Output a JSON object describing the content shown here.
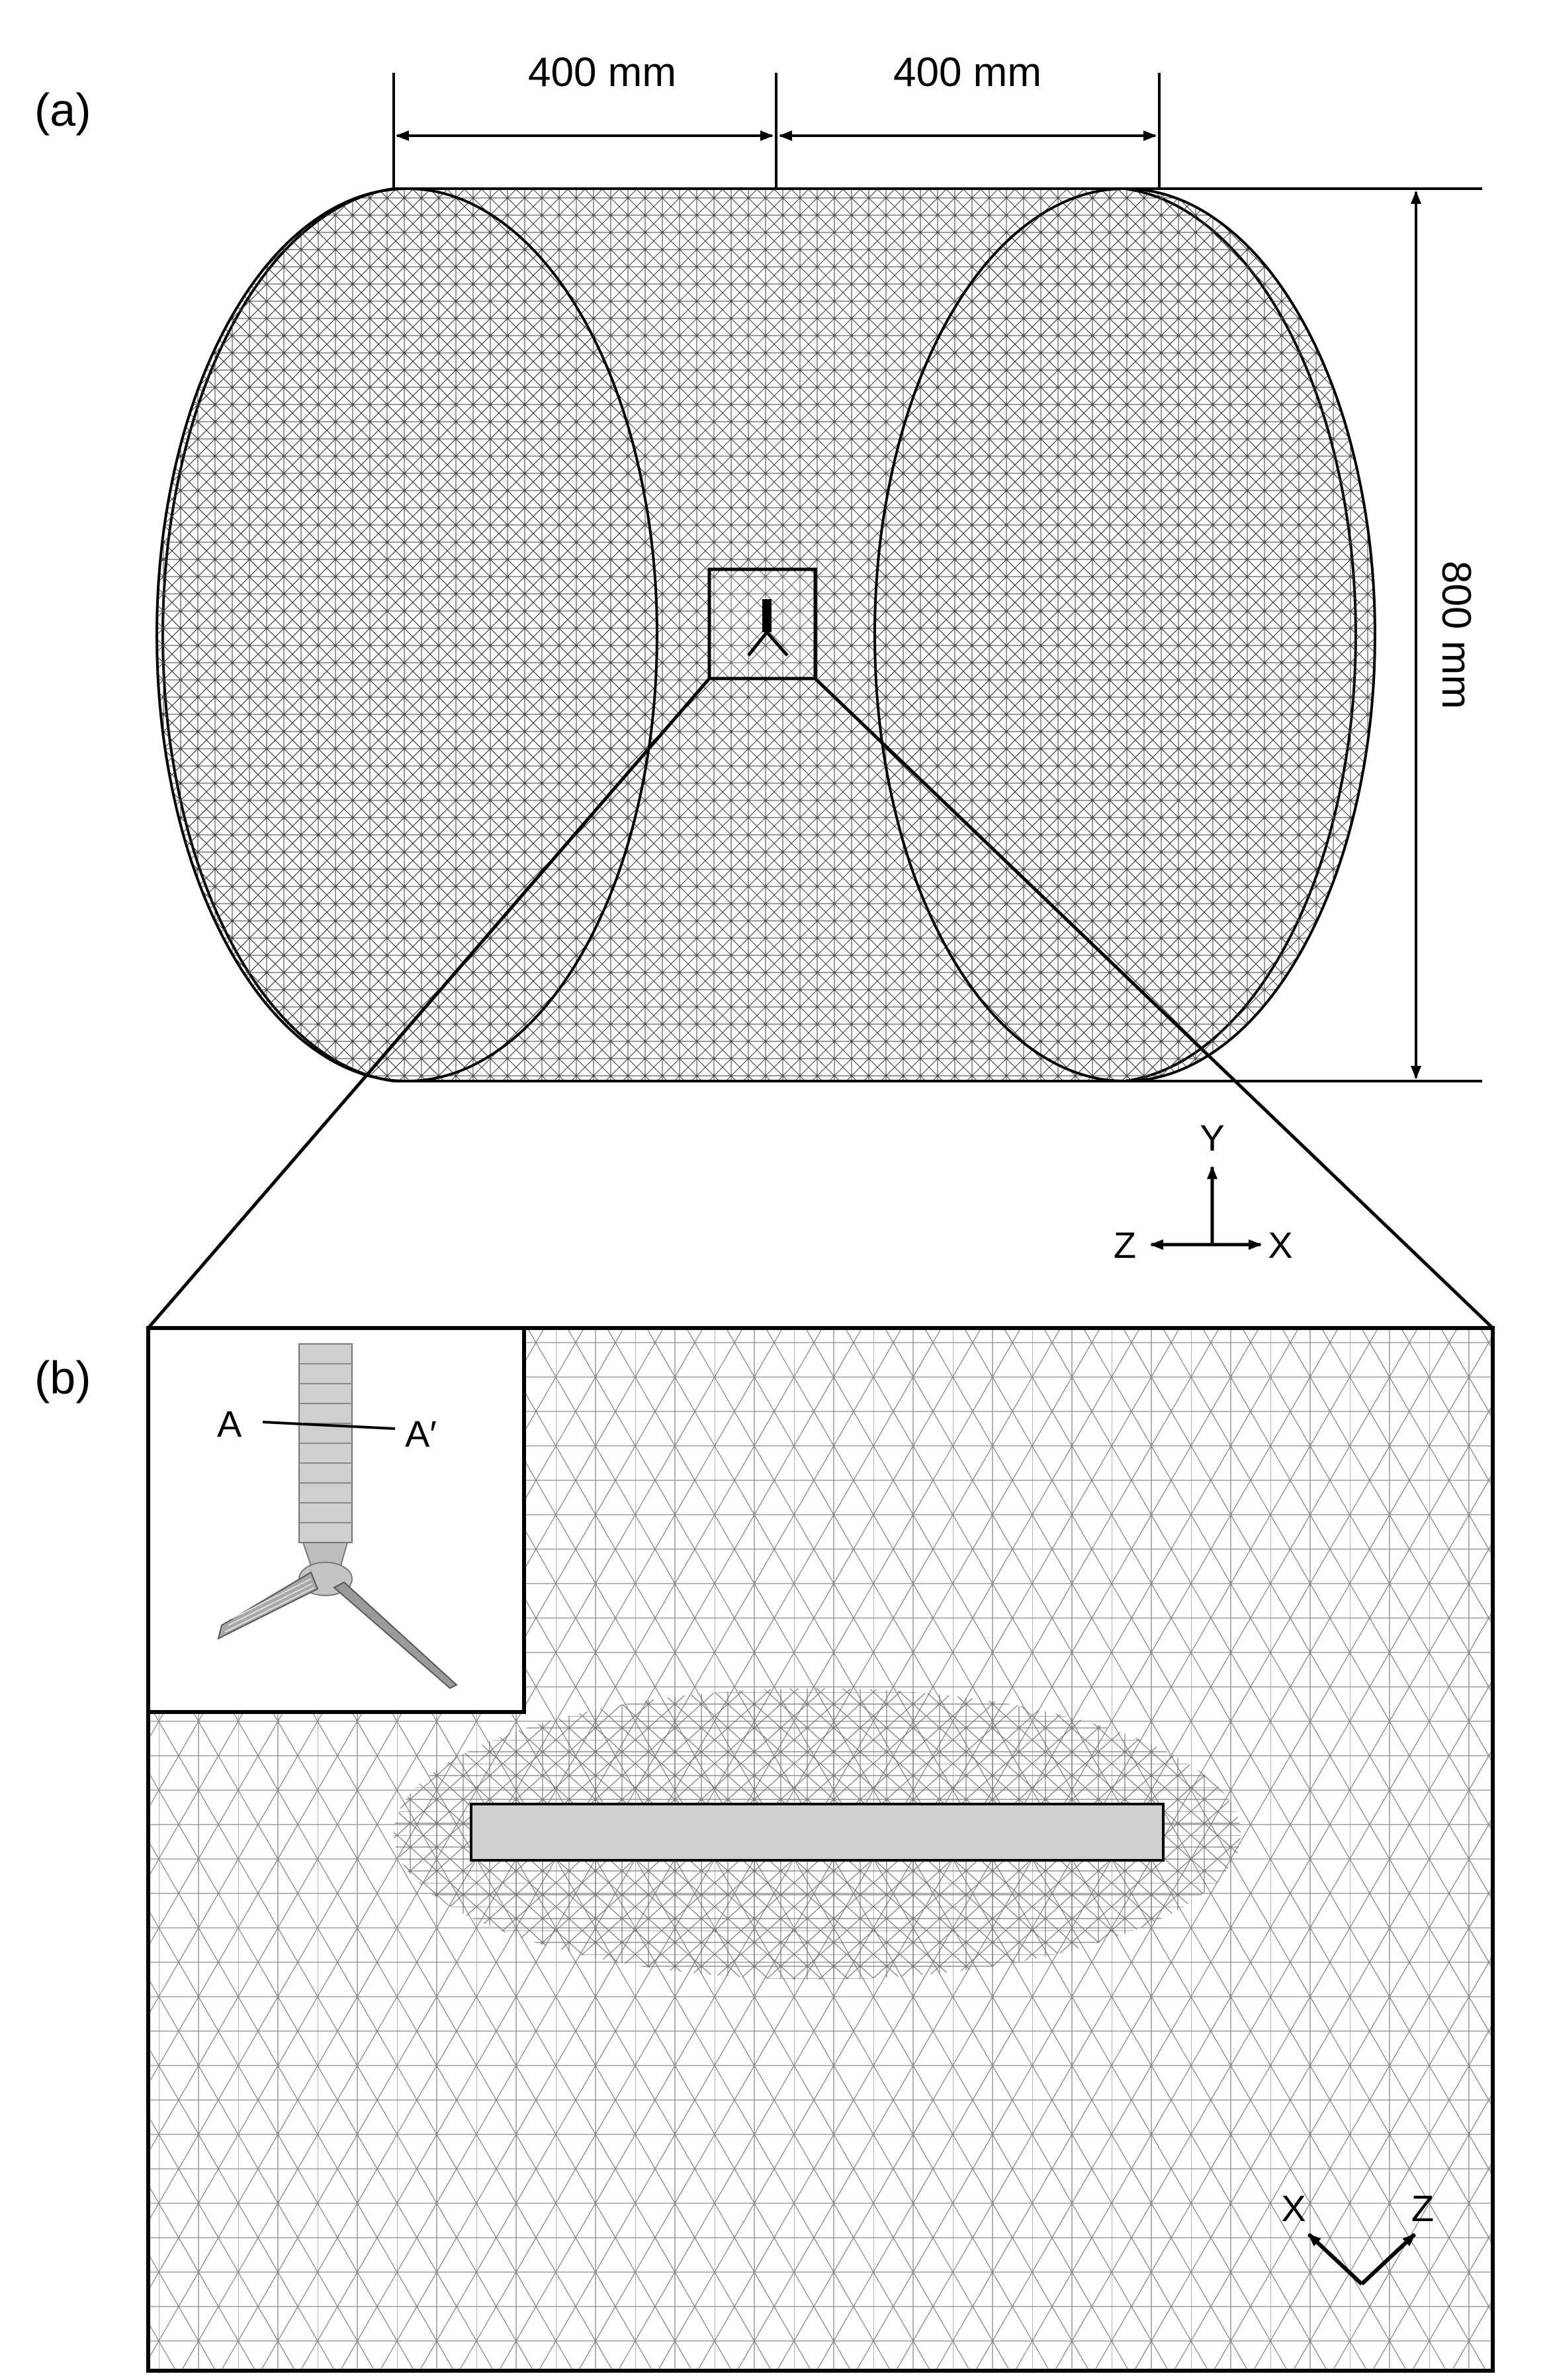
{
  "panel_a": {
    "label": "(a)",
    "dimension_left": "400 mm",
    "dimension_right": "400 mm",
    "dimension_height": "800 mm",
    "axes": {
      "y": "Y",
      "z": "Z",
      "x": "X"
    }
  },
  "panel_b": {
    "label": "(b)",
    "inset": {
      "section_start": "A",
      "section_end": "A′"
    },
    "axes": {
      "x": "X",
      "z": "Z"
    },
    "colors": {
      "blade_section_fill": "#d0d0d0",
      "mesh_line": "#6a6a6a"
    }
  }
}
